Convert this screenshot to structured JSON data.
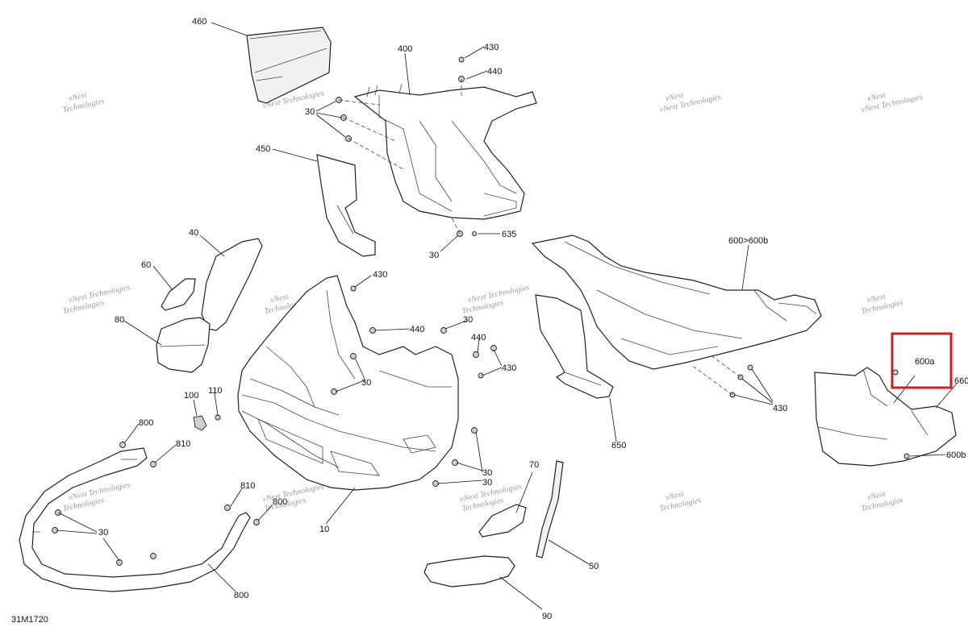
{
  "diagram_id": "31M1720",
  "watermark": {
    "line1": "vNext",
    "line2": "Technologies",
    "full": "vNext Technologies"
  },
  "labels": {
    "l460": "460",
    "l400": "400",
    "l430_top": "430",
    "l440_top": "440",
    "l30_a": "30",
    "l450": "450",
    "l30_b": "30",
    "l635": "635",
    "l600_600b": "600>600b",
    "l40": "40",
    "l60": "60",
    "l80": "80",
    "l430_mid": "430",
    "l440_mid": "440",
    "l30_c": "30",
    "l440_r": "440",
    "l430_r": "430",
    "l30_d": "30",
    "l100": "100",
    "l110": "110",
    "l800_a": "800",
    "l810_a": "810",
    "l810_b": "810",
    "l800_b": "800",
    "l30_e": "30",
    "l10": "10",
    "l30_f": "30",
    "l30_g": "30",
    "l650": "650",
    "l430_right": "430",
    "l600a": "600a",
    "l660": "660",
    "l600b": "600b",
    "l70": "70",
    "l50": "50",
    "l90": "90",
    "l800_c": "800"
  },
  "highlight": {
    "label": "600a",
    "color": "#cc1f1f"
  }
}
